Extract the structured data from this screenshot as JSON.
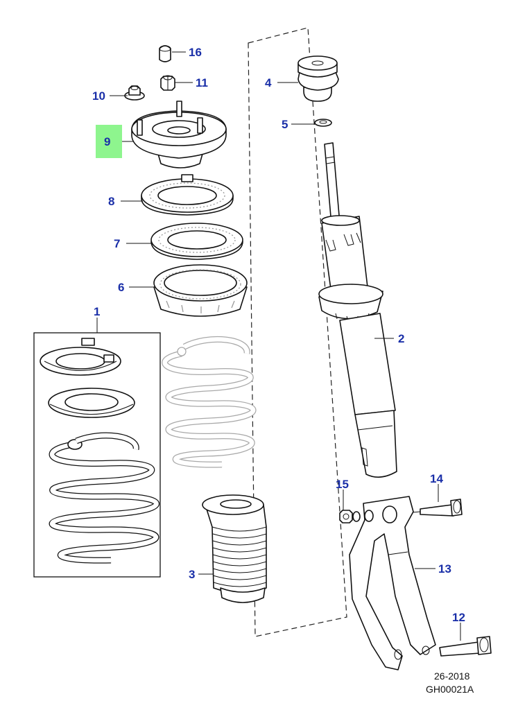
{
  "diagram": {
    "highlight_color": "#8ef58e",
    "callout_color": "#1a2fa8",
    "callouts": [
      {
        "id": "1",
        "part": "spring-kit"
      },
      {
        "id": "2",
        "part": "shock-absorber"
      },
      {
        "id": "3",
        "part": "dust-boot"
      },
      {
        "id": "4",
        "part": "bump-stop"
      },
      {
        "id": "5",
        "part": "washer"
      },
      {
        "id": "6",
        "part": "spring-seat"
      },
      {
        "id": "7",
        "part": "spring-isolator"
      },
      {
        "id": "8",
        "part": "bearing"
      },
      {
        "id": "9",
        "part": "top-mount",
        "highlighted": true
      },
      {
        "id": "10",
        "part": "flange-nut"
      },
      {
        "id": "11",
        "part": "nut"
      },
      {
        "id": "12",
        "part": "lower-bolt"
      },
      {
        "id": "13",
        "part": "fork-bracket"
      },
      {
        "id": "14",
        "part": "upper-bolt"
      },
      {
        "id": "15",
        "part": "clamp-nut"
      },
      {
        "id": "16",
        "part": "cap"
      }
    ],
    "footer": {
      "code": "26-2018",
      "ref": "GH00021A"
    }
  }
}
